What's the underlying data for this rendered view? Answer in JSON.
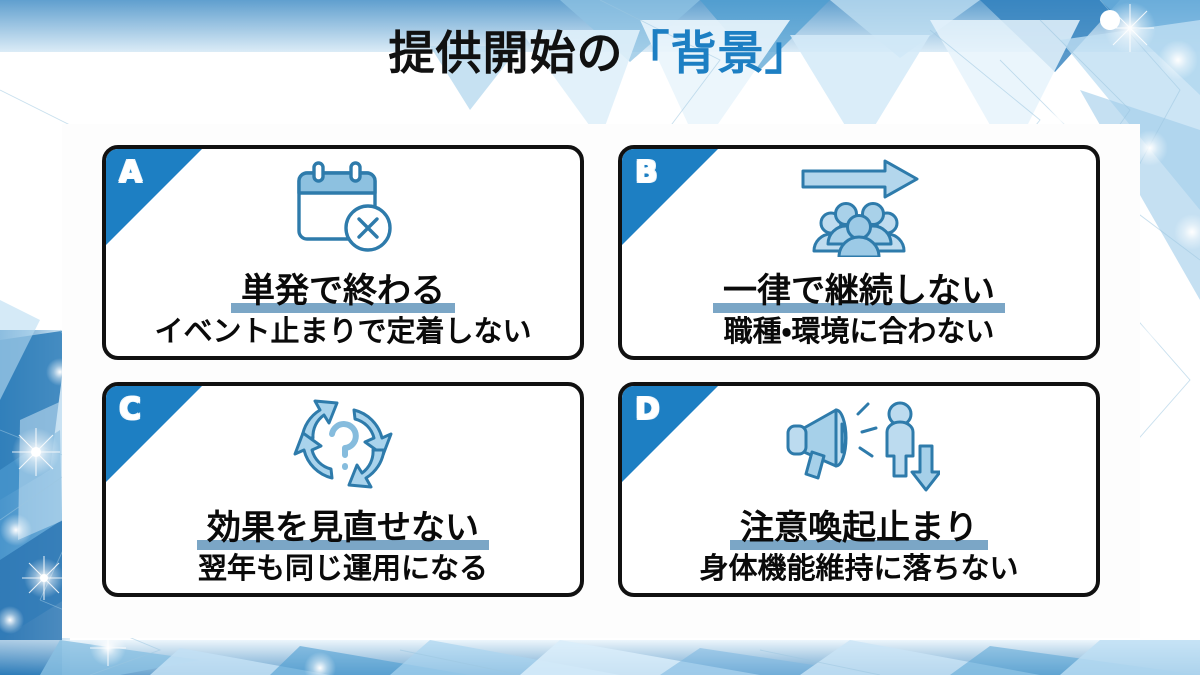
{
  "slide": {
    "title_main": "提供開始の",
    "title_accent": "「背景」",
    "accent_color": "#1d7fc3",
    "heading_underline_color": "#7ba6c6",
    "card_border_color": "#111111",
    "panel_color": "#fdfdfd"
  },
  "cards": [
    {
      "badge": "A",
      "icon": "calendar-cross-icon",
      "heading": "単発で終わる",
      "subtitle": "イベント止まりで定着しない"
    },
    {
      "badge": "B",
      "icon": "group-people-arrow-icon",
      "heading": "一律で継続しない",
      "subtitle": "職種・環境に合わない"
    },
    {
      "badge": "C",
      "icon": "cycle-question-icon",
      "heading": "効果を見直せない",
      "subtitle": "翌年も同じ運用になる"
    },
    {
      "badge": "D",
      "icon": "megaphone-person-down-arrow-icon",
      "heading": "注意喚起止まり",
      "subtitle": "身体機能維持に落ちない"
    }
  ]
}
